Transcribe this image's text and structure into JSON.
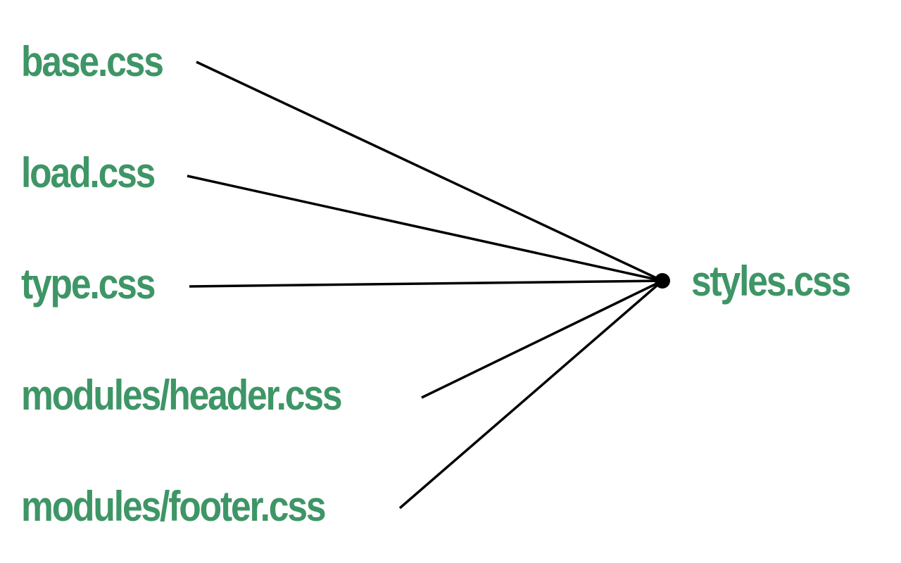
{
  "diagram": {
    "sources": [
      {
        "label": "base.css"
      },
      {
        "label": "load.css"
      },
      {
        "label": "type.css"
      },
      {
        "label": "modules/header.css"
      },
      {
        "label": "modules/footer.css"
      }
    ],
    "target": {
      "label": "styles.css"
    },
    "edges": [
      {
        "from": "base.css",
        "to": "styles.css"
      },
      {
        "from": "load.css",
        "to": "styles.css"
      },
      {
        "from": "type.css",
        "to": "styles.css"
      },
      {
        "from": "modules/header.css",
        "to": "styles.css"
      },
      {
        "from": "modules/footer.css",
        "to": "styles.css"
      }
    ]
  },
  "colors": {
    "label": "#3e9566",
    "line": "#000000",
    "node": "#000000",
    "background": "#ffffff"
  }
}
